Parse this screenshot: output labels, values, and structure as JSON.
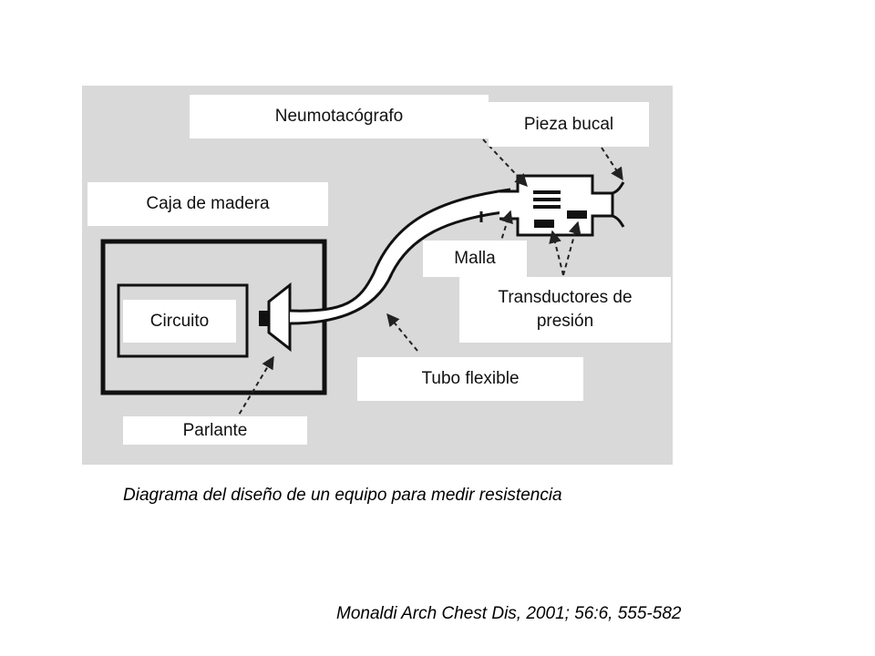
{
  "diagram": {
    "labels": {
      "neumotacografo": "Neumotacógrafo",
      "pieza_bucal": "Pieza bucal",
      "caja_de_madera": "Caja de madera",
      "malla": "Malla",
      "transductores": "Transductores de presión",
      "circuito": "Circuito",
      "tubo_flexible": "Tubo flexible",
      "parlante": "Parlante"
    }
  },
  "caption": "Diagrama del diseño de un equipo para medir resistencia",
  "citation": "Monaldi Arch Chest Dis, 2001; 56:6, 555-582"
}
